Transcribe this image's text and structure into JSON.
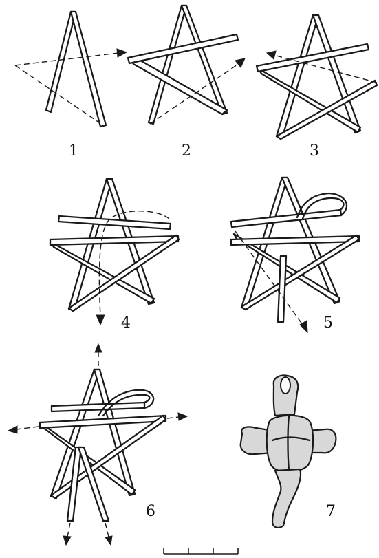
{
  "figure": {
    "step_labels": [
      "1",
      "2",
      "3",
      "4",
      "5",
      "6",
      "7"
    ]
  },
  "colors": {
    "ink": "#1a1a1a",
    "paper": "#ffffff"
  }
}
